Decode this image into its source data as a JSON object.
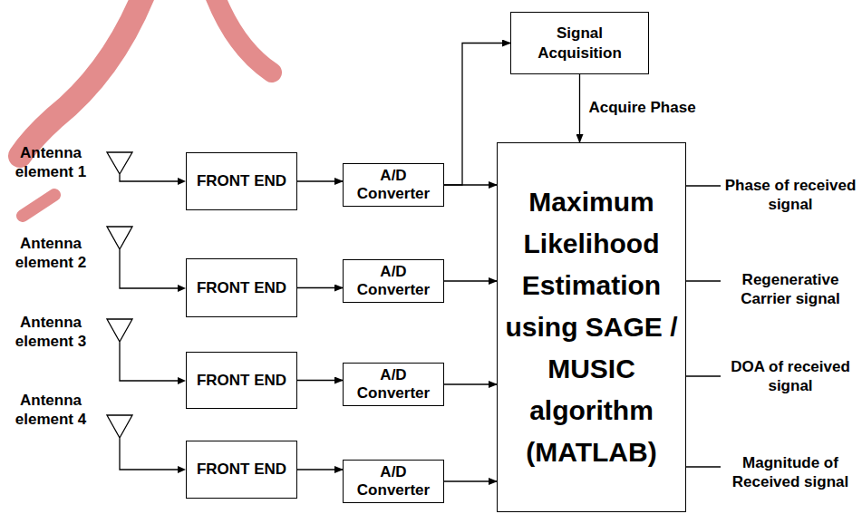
{
  "diagram": {
    "nodes": [
      {
        "text": [
          "Signal Acquisition"
        ]
      },
      {
        "text": [
          "FRONT END"
        ]
      },
      {
        "text": [
          "A/D Converter"
        ]
      },
      {
        "text": [
          "FRONT END"
        ]
      },
      {
        "text": [
          "A/D Converter"
        ]
      },
      {
        "text": [
          "FRONT END"
        ]
      },
      {
        "text": [
          "A/D Converter"
        ]
      },
      {
        "text": [
          "FRONT END"
        ]
      },
      {
        "text": [
          "A/D Converter"
        ]
      },
      {
        "text": [
          "Maximum Likelihood Estimation using SAGE / MUSIC algorithm (MATLAB)"
        ]
      }
    ],
    "edges": [
      {
        "from": 1,
        "to": 2,
        "arrow": "to"
      },
      {
        "from": 2,
        "to": 9,
        "arrow": "to"
      },
      {
        "from": 2,
        "to": 0,
        "arrow": "to"
      },
      {
        "from": 0,
        "to": 9,
        "label": "Acquire Phase",
        "arrow": "to"
      },
      {
        "from": 3,
        "to": 4,
        "arrow": "to"
      },
      {
        "from": 4,
        "to": 9,
        "arrow": "to"
      },
      {
        "from": 5,
        "to": 6,
        "arrow": "to"
      },
      {
        "from": 6,
        "to": 9,
        "arrow": "to"
      },
      {
        "from": 7,
        "to": 8,
        "arrow": "to"
      },
      {
        "from": 8,
        "to": 9,
        "arrow": "to"
      }
    ],
    "labels": [
      "Antenna element 1",
      "Antenna element 2",
      "Antenna element 3",
      "Antenna element 4",
      "Phase of received signal",
      "Regenerative Carrier signal",
      "DOA of received signal",
      "Magnitude of Received signal"
    ]
  }
}
